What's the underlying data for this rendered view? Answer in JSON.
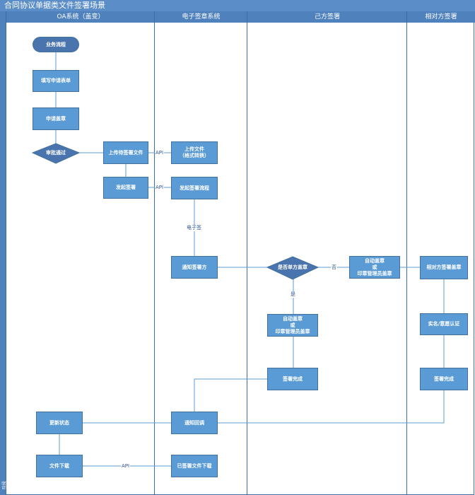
{
  "title": "合同协议单据类文件签署场景",
  "side_label": "阶段",
  "lanes": [
    "OA系统（盖变）",
    "电子签章系统",
    "己方签署",
    "相对方签署"
  ],
  "nodes": {
    "start": "业务流程",
    "fill_form": "填写申请表单",
    "apply_seal": "申请盖章",
    "approve": "审批通过",
    "upload_docs": "上传待签署文件",
    "initiate_sign": "发起签署",
    "upload_convert": "上传文件\n（格式转换）",
    "start_flow": "发起签署流程",
    "notify_signer": "通知签署方",
    "single_party": "是否单方盖章",
    "auto_seal_right": "自动盖章\n或\n印章管理员盖章",
    "auto_seal_mid": "自动盖章\n或\n印章管理员盖章",
    "sign_done_self": "签署完成",
    "counterparty_sign": "相对方签署盖章",
    "realname_auth": "实名/意愿认证",
    "sign_done_other": "签署完成",
    "update_status": "更新状态",
    "notify_back": "通知回调",
    "file_download": "文件下载",
    "signed_download": "已签署文件下载"
  },
  "edge_labels": {
    "api_upload": "API",
    "api_initiate": "API",
    "esign": "电子签",
    "no": "否",
    "yes": "是",
    "api_download": "API"
  },
  "colors": {
    "header": "#4f81bd",
    "node": "#5b9bd5",
    "line": "#5b9bd5",
    "lane_border": "#3b6ea6"
  }
}
